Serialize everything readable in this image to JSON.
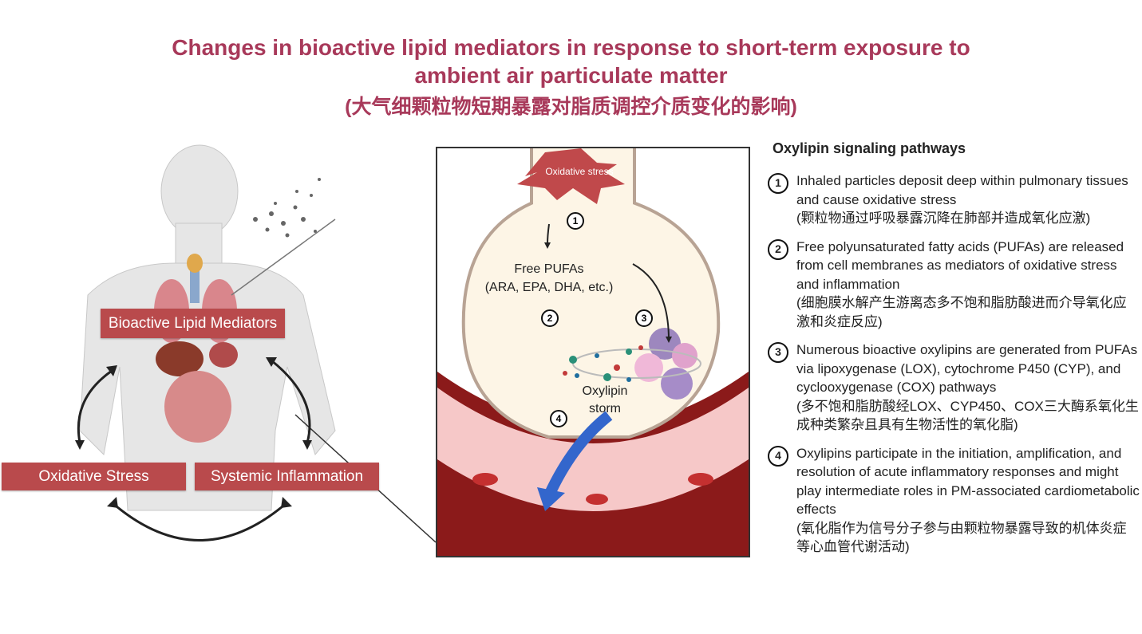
{
  "title": {
    "line1": "Changes in bioactive lipid mediators in response to short-term exposure to",
    "line2": "ambient air particulate matter",
    "line3": "(大气细颗粒物短期暴露对脂质调控介质变化的影响)"
  },
  "left": {
    "mediators": "Bioactive Lipid Mediators",
    "oxidative": "Oxidative Stress",
    "inflammation": "Systemic Inflammation"
  },
  "inset": {
    "stress": "Oxidative stress",
    "pufas1": "Free PUFAs",
    "pufas2": "(ARA, EPA, DHA, etc.)",
    "storm1": "Oxylipin",
    "storm2": "storm",
    "n1": "1",
    "n2": "2",
    "n3": "3",
    "n4": "4"
  },
  "panel": {
    "heading": "Oxylipin signaling pathways",
    "items": [
      {
        "num": "1",
        "en": "Inhaled particles deposit deep within pulmonary tissues and cause oxidative stress",
        "zh": "(颗粒物通过呼吸暴露沉降在肺部并造成氧化应激)"
      },
      {
        "num": "2",
        "en": "Free polyunsaturated fatty acids (PUFAs) are released from cell membranes as mediators of oxidative stress and inflammation",
        "zh": "(细胞膜水解产生游离态多不饱和脂肪酸进而介导氧化应激和炎症反应)"
      },
      {
        "num": "3",
        "en": "Numerous bioactive oxylipins are generated from PUFAs via lipoxygenase (LOX), cytochrome P450 (CYP), and cyclooxygenase (COX) pathways",
        "zh": "(多不饱和脂肪酸经LOX、CYP450、COX三大酶系氧化生成种类繁杂且具有生物活性的氧化脂)"
      },
      {
        "num": "4",
        "en": "Oxylipins participate in the initiation, amplification, and resolution of acute inflammatory responses and  might play intermediate roles in PM-associated cardiometabolic effects",
        "zh": "(氧化脂作为信号分子参与由颗粒物暴露导致的机体炎症等心血管代谢活动)"
      }
    ]
  },
  "colors": {
    "title": "#a8395a",
    "box": "#b94a4c",
    "alveolus": "#fdf5e6",
    "vessel": "#8b1a1a"
  }
}
